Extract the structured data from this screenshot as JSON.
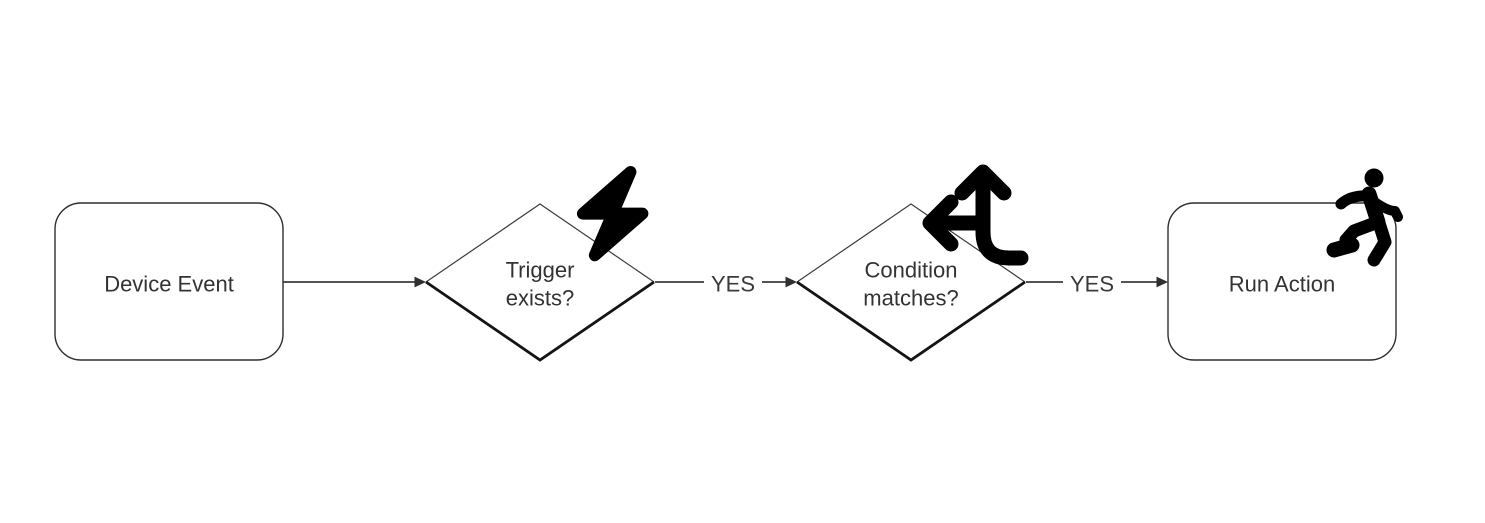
{
  "diagram": {
    "title": "automation-flowchart",
    "colors": {
      "background": "#ffffff",
      "node_stroke": "#2f2f2f",
      "edge_stroke": "#3c3c3c",
      "text": "#333333",
      "icon": "#000000"
    },
    "nodes": {
      "device_event": {
        "type": "rounded-rectangle",
        "label": "Device Event"
      },
      "trigger": {
        "type": "decision-diamond",
        "line1": "Trigger",
        "line2": "exists?",
        "icon": "lightning-bolt-icon"
      },
      "condition": {
        "type": "decision-diamond",
        "line1": "Condition",
        "line2": "matches?",
        "icon": "arrows-split-up-left-icon"
      },
      "run_action": {
        "type": "rounded-rectangle",
        "label": "Run Action",
        "icon": "person-running-icon"
      }
    },
    "edges": {
      "event_to_trigger": {
        "from": "device_event",
        "to": "trigger"
      },
      "trigger_to_condition": {
        "from": "trigger",
        "to": "condition",
        "label": "YES"
      },
      "condition_to_action": {
        "from": "condition",
        "to": "run_action",
        "label": "YES"
      }
    }
  }
}
